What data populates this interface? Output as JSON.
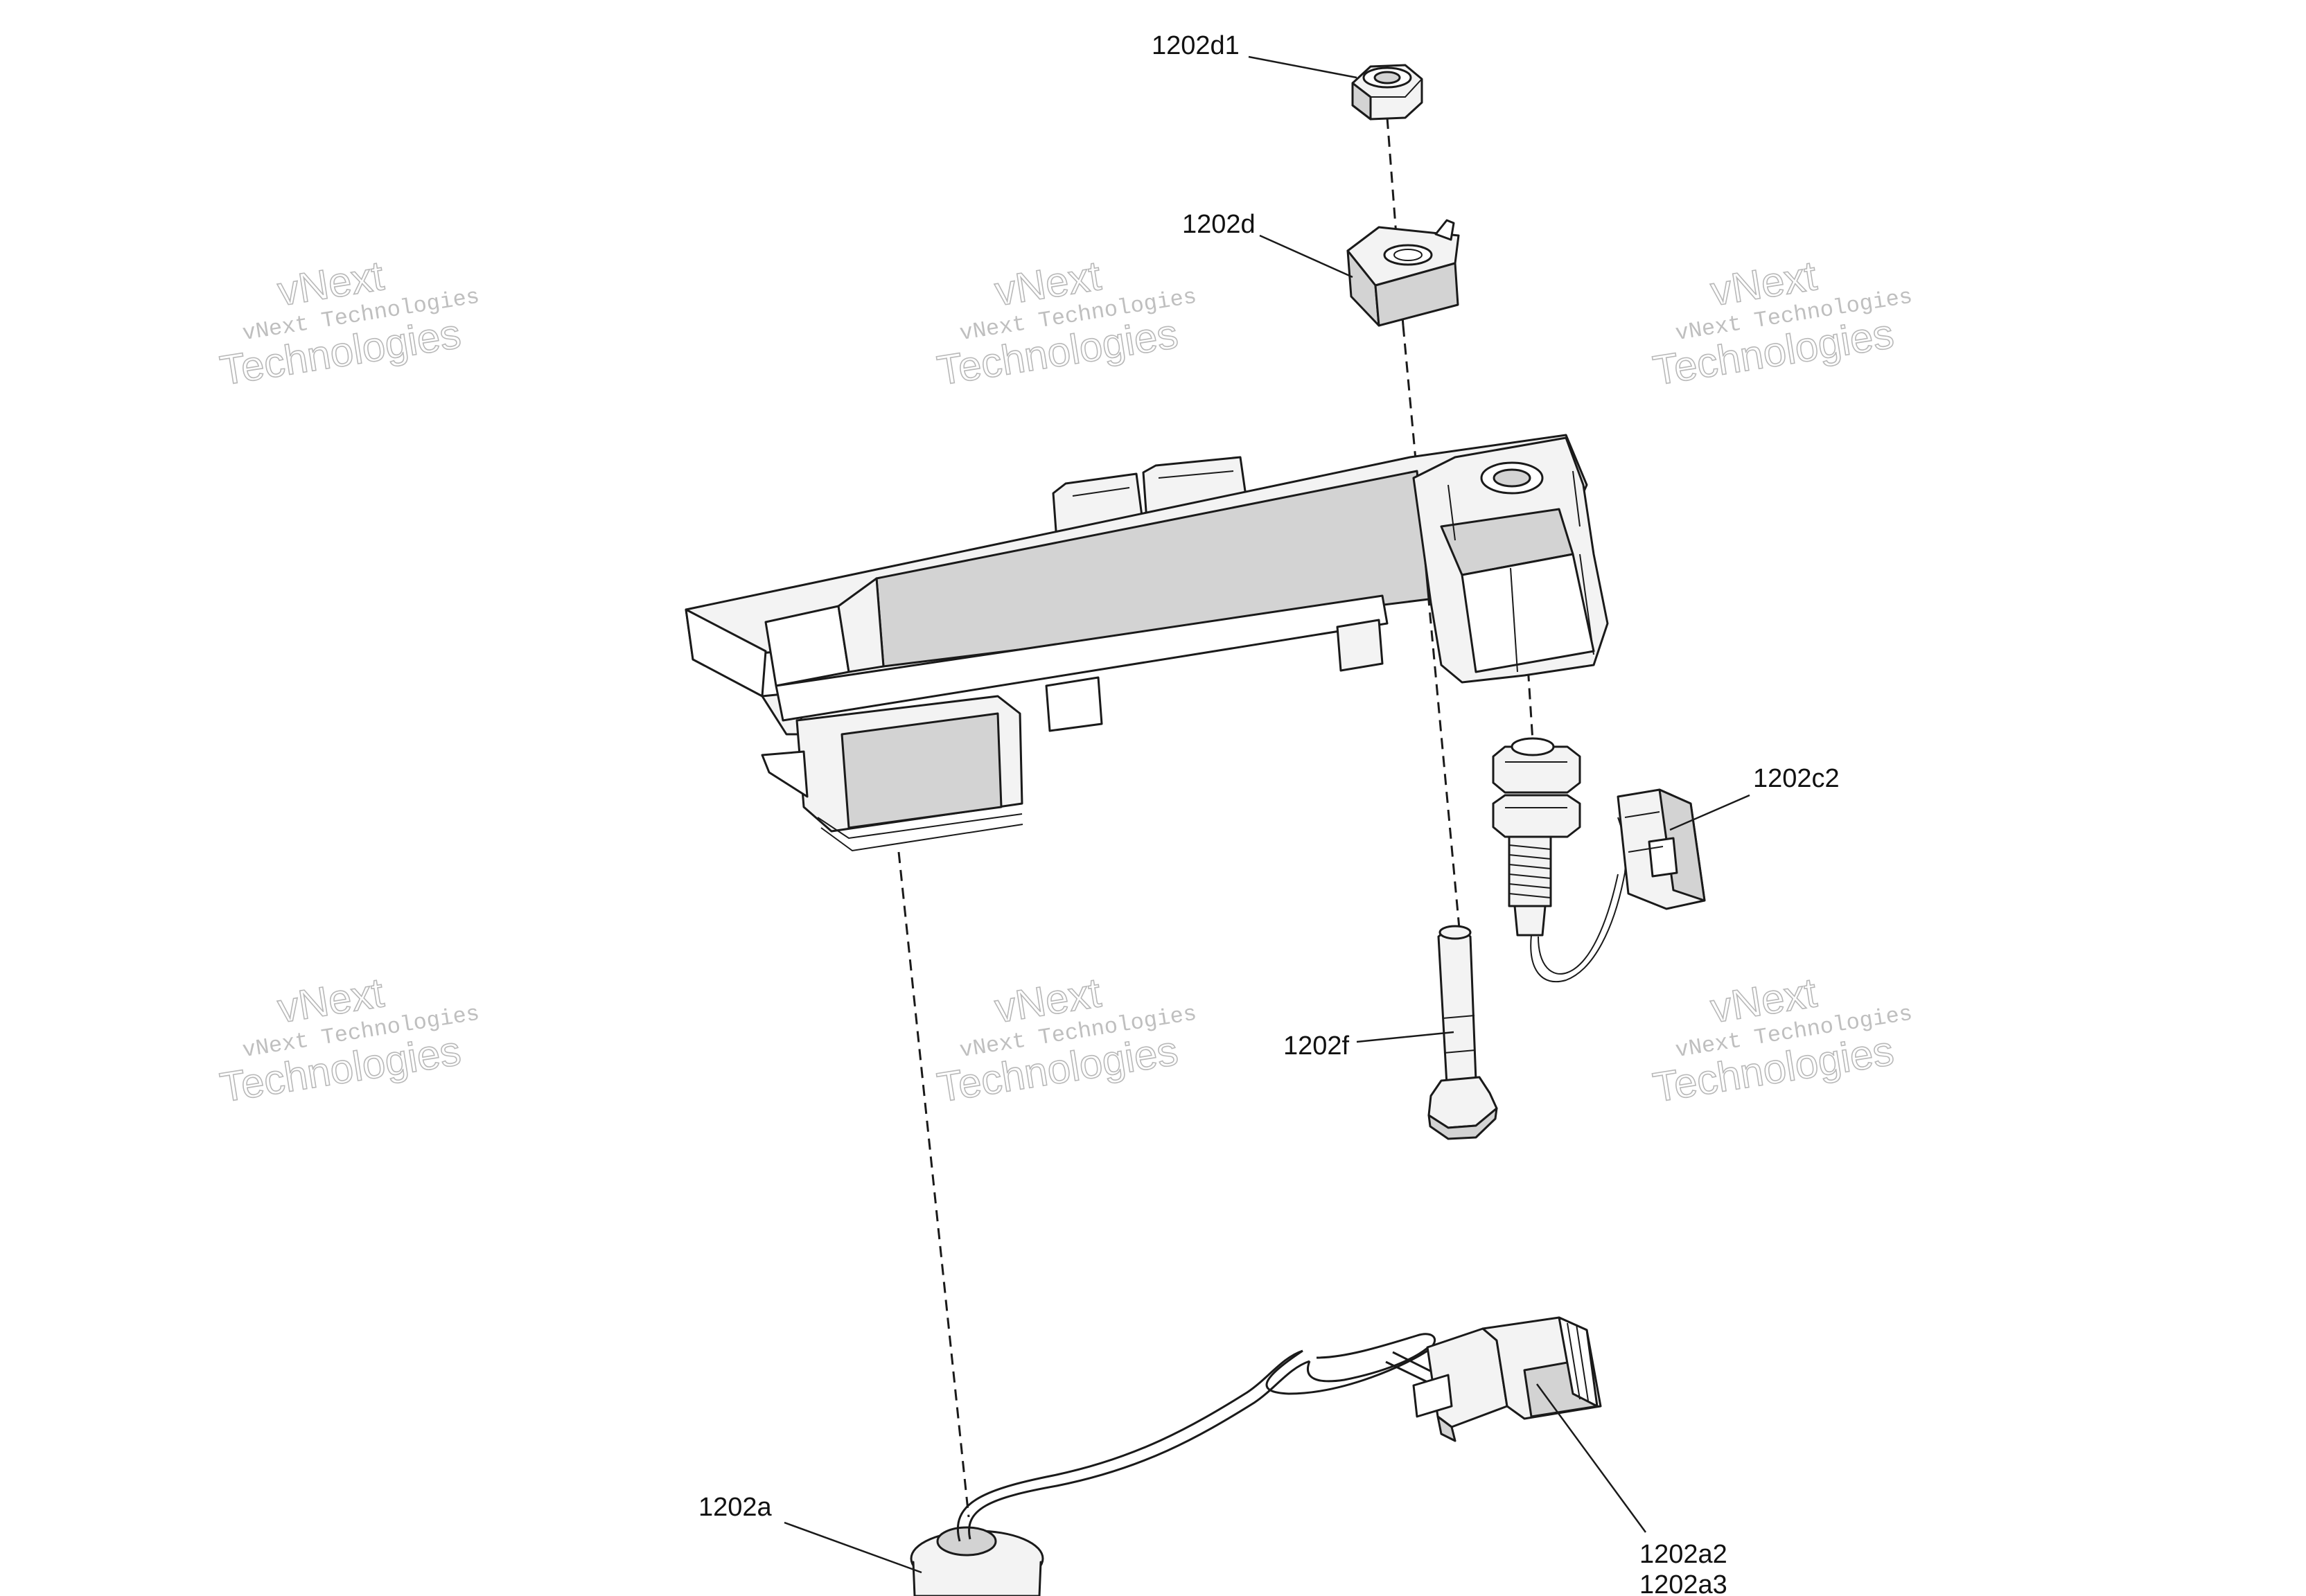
{
  "callouts": {
    "c1202d1": "1202d1",
    "c1202d": "1202d",
    "c1202c2": "1202c2",
    "c1202f": "1202f",
    "c1202a": "1202a",
    "c1202a2": "1202a2",
    "c1202a3": "1202a3"
  },
  "watermark": {
    "line1": "vNext",
    "line2": "vNext Technologies",
    "line3": "Technologies"
  },
  "colors": {
    "ink": "#1a1a1a",
    "shade": "#d3d3d3",
    "watermark": "#9a9a9a"
  }
}
